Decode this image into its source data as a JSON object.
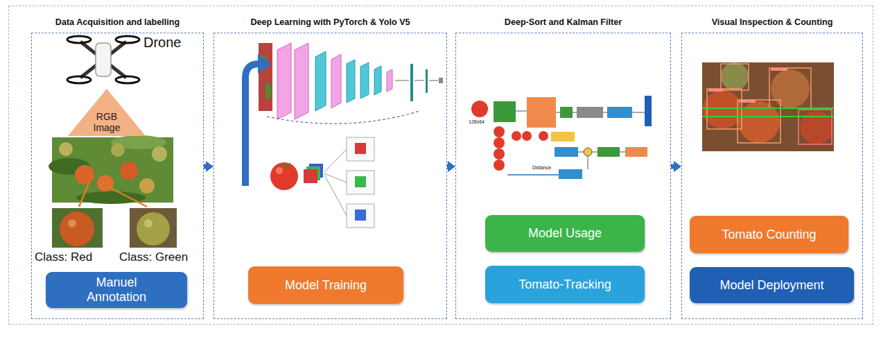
{
  "diagram": {
    "nodes": [
      {
        "text": [
          "Data Acquisition and labelling"
        ]
      },
      {
        "text": [
          "RGB Image"
        ],
        "in": 0
      },
      {
        "text": [
          "Manuel Annotation"
        ],
        "in": 0
      },
      {
        "text": [
          "Deep Learning with PyTorch & Yolo V5"
        ]
      },
      {
        "text": [
          "Model Training"
        ],
        "in": 3
      },
      {
        "text": [
          "Deep-Sort and Kalman Filter"
        ]
      },
      {
        "text": [
          "Model Usage"
        ],
        "in": 5
      },
      {
        "text": [
          "Tomato-Tracking"
        ],
        "in": 5
      },
      {
        "text": [
          "Visual Inspection & Counting"
        ]
      },
      {
        "text": [
          "Tomato Counting"
        ],
        "in": 8
      },
      {
        "text": [
          "Model Deployment"
        ],
        "in": 8
      }
    ],
    "edges": [
      {
        "from": 0,
        "to": 3,
        "arrow": "to"
      },
      {
        "from": 3,
        "to": 5,
        "arrow": "to"
      },
      {
        "from": 5,
        "to": 8,
        "arrow": "to"
      }
    ],
    "labels": [
      "Drone",
      "Class: Red",
      "Class: Green",
      "128x64",
      "Distance"
    ]
  }
}
